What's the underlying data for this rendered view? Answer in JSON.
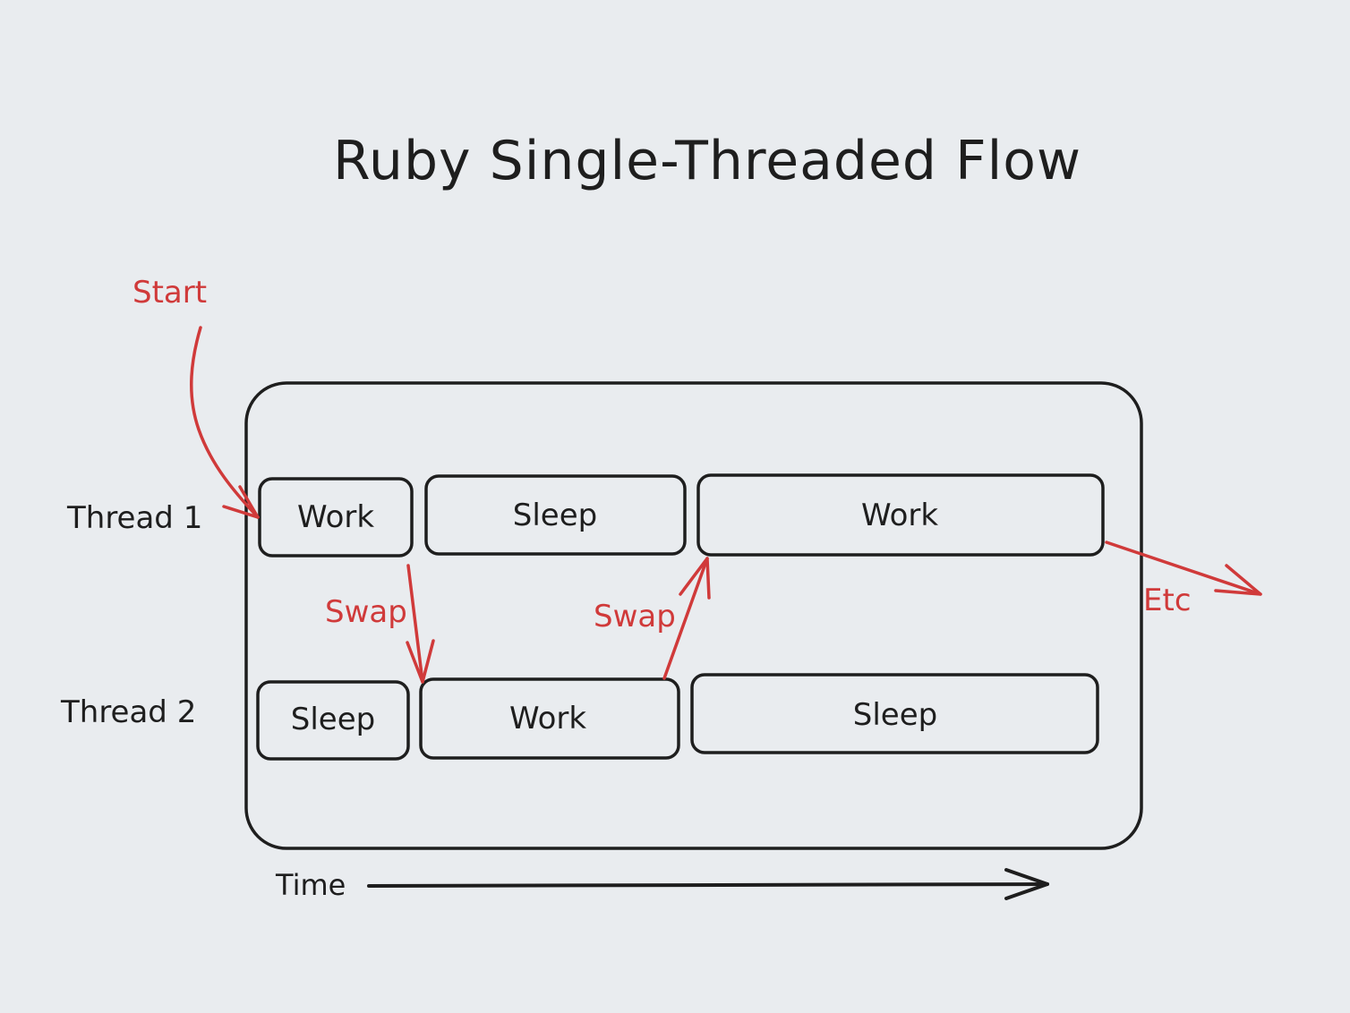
{
  "title": "Ruby Single-Threaded Flow",
  "lanes": [
    "Thread 1",
    "Thread 2"
  ],
  "blocks": {
    "t1_work_1": "Work",
    "t1_sleep_1": "Sleep",
    "t1_work_2": "Work",
    "t2_sleep_1": "Sleep",
    "t2_work_1": "Work",
    "t2_sleep_2": "Sleep"
  },
  "annotations": {
    "start": "Start",
    "swap_1": "Swap",
    "swap_2": "Swap",
    "etc": "Etc"
  },
  "time_label": "Time",
  "colors": {
    "background": "#e9ecef",
    "work_fill": "#c0efc0",
    "sleep_hatch": "#f1e8a0",
    "stroke": "#1e1e1e",
    "arrow": "#d03a3a"
  }
}
